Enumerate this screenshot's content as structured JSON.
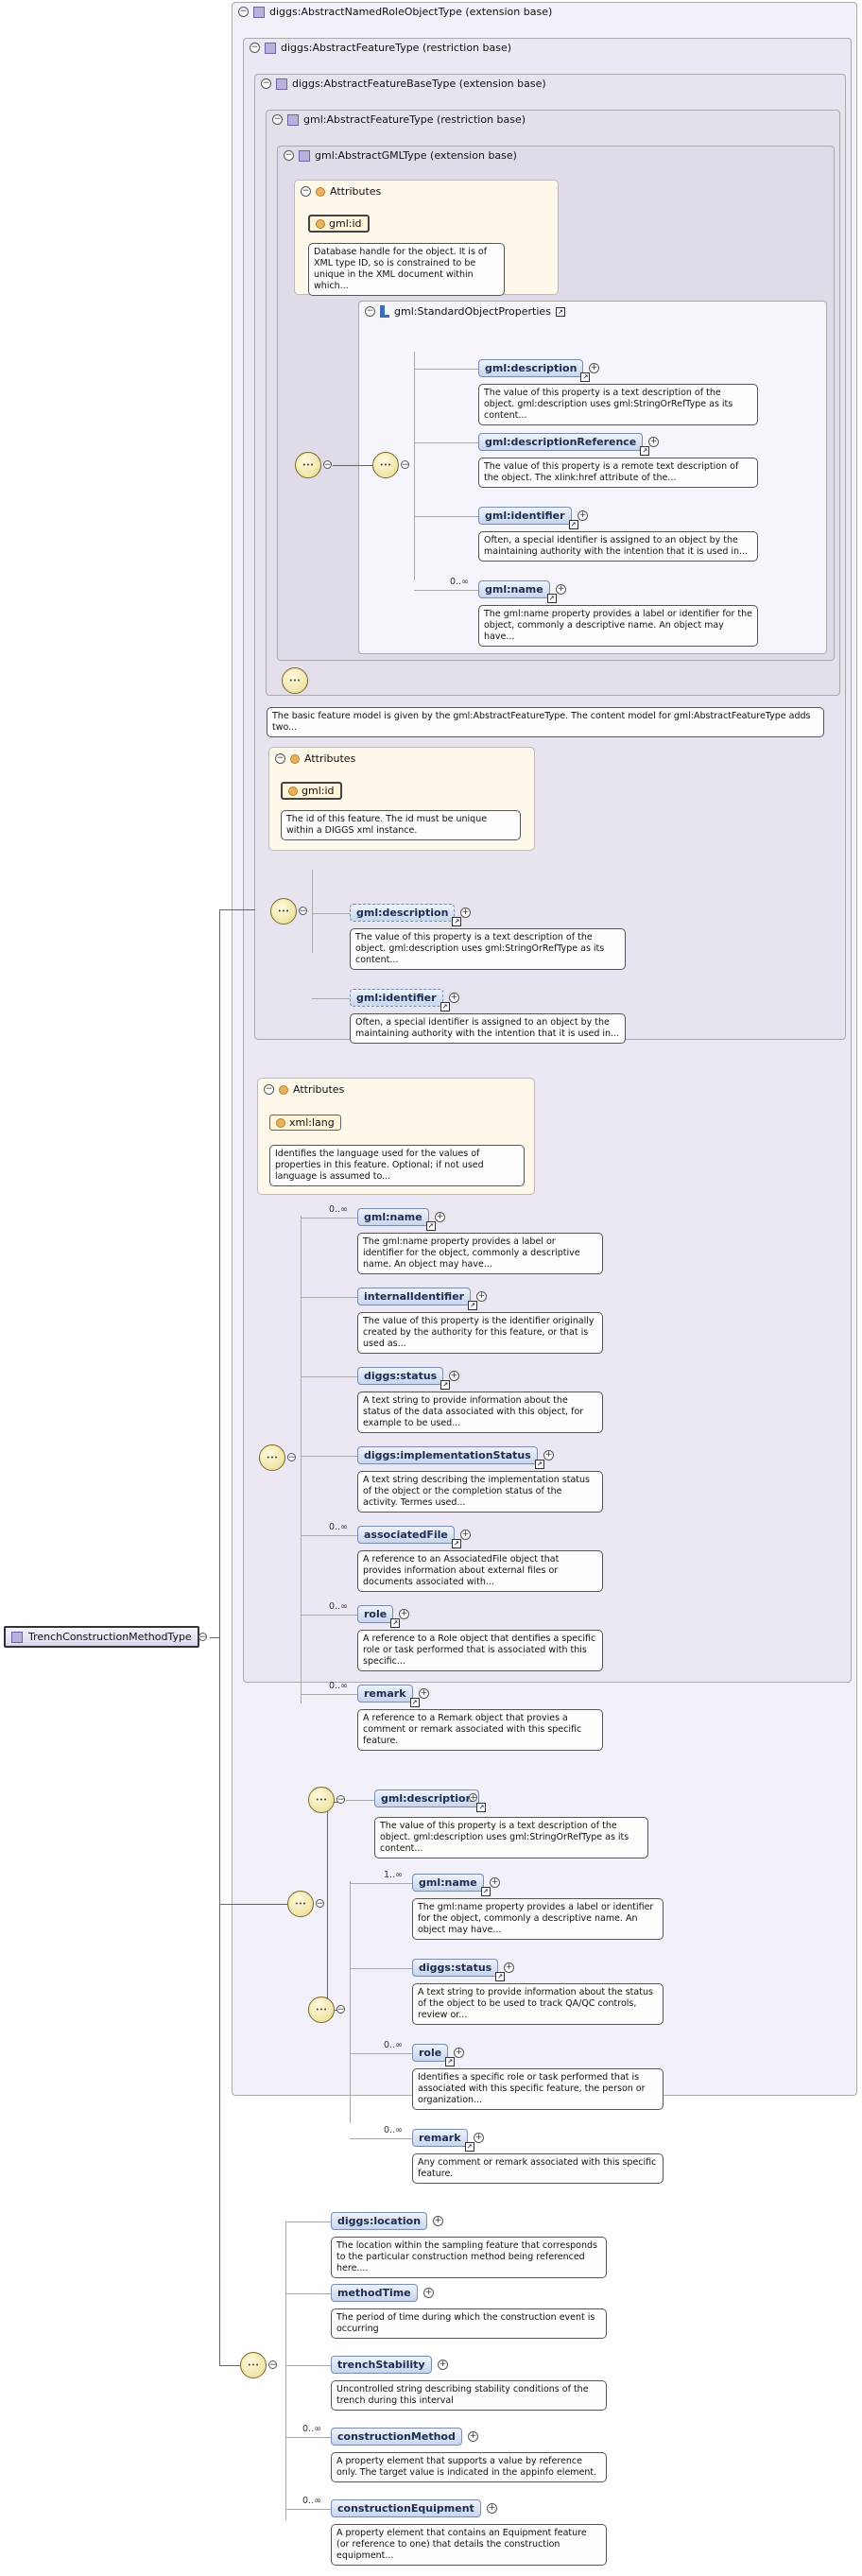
{
  "root": {
    "label": "TrenchConstructionMethodType"
  },
  "frames": {
    "f0": "diggs:AbstractNamedRoleObjectType (extension base)",
    "f1": "diggs:AbstractFeatureType (restriction base)",
    "f2": "diggs:AbstractFeatureBaseType (extension base)",
    "f3": "gml:AbstractFeatureType (restriction base)",
    "f4": "gml:AbstractGMLType (extension base)",
    "std": "gml:StandardObjectProperties"
  },
  "attributes_label": "Attributes",
  "gml_attr": {
    "name": "gml:id",
    "desc": "Database handle for the object. It is of XML type ID, so is constrained to be unique in the XML document within which..."
  },
  "std_items": [
    {
      "name": "gml:description",
      "desc": "The value of this property is a text description of the object. gml:description uses gml:StringOrRefType as its content...",
      "card": ""
    },
    {
      "name": "gml:descriptionReference",
      "desc": "The value of this property is a remote text description of the object. The xlink:href attribute of the...",
      "card": ""
    },
    {
      "name": "gml:identifier",
      "desc": "Often, a special identifier is assigned to an object by the maintaining authority with the intention that it is used in...",
      "card": ""
    },
    {
      "name": "gml:name",
      "desc": "The gml:name property provides a label or identifier for the object, commonly a descriptive name. An object may have...",
      "card": "0..∞"
    }
  ],
  "feature_desc": "The basic feature model is given by the gml:AbstractFeatureType. The content model for gml:AbstractFeatureType adds two...",
  "diggs_attr": {
    "name": "gml:id",
    "desc": "The id of this feature. The id must be unique within a DIGGS xml instance."
  },
  "fb_items": [
    {
      "name": "gml:description",
      "desc": "The value of this property is a text description of the object. gml:description uses gml:StringOrRefType as its content..."
    },
    {
      "name": "gml:identifier",
      "desc": "Often, a special identifier is assigned to an object by the maintaining authority with the intention that it is used in..."
    }
  ],
  "lang_attr": {
    "name": "xml:lang",
    "desc": "Identifies the language used for the values of properties in this feature. Optional; if not used language is assumed to..."
  },
  "af_items": [
    {
      "name": "gml:name",
      "desc": "The gml:name property provides a label or identifier for the object, commonly a descriptive name. An object may have...",
      "card": "0..∞"
    },
    {
      "name": "internalIdentifier",
      "desc": "The value of this property is the identifier originally created by the authority for this feature, or that is used as...",
      "card": ""
    },
    {
      "name": "diggs:status",
      "desc": "A text string to provide information about the status of the data associated with this object, for example to be used...",
      "card": ""
    },
    {
      "name": "diggs:implementationStatus",
      "desc": "A text string describing the implementation status of the object or the completion status of the activity. Termes used...",
      "card": ""
    },
    {
      "name": "associatedFile",
      "desc": "A reference to an AssociatedFile object that provides information about external files or documents associated with...",
      "card": "0..∞"
    },
    {
      "name": "role",
      "desc": "A reference to a Role object that dentifies a specific role or task performed that is associated with this specific...",
      "card": "0..∞"
    },
    {
      "name": "remark",
      "desc": "A reference to a Remark object that provies a comment or remark associated with this specific feature.",
      "card": "0..∞"
    }
  ],
  "nr_desc_item": {
    "name": "gml:description",
    "desc": "The value of this property is a text description of the object. gml:description uses gml:StringOrRefType as its content..."
  },
  "nr_items": [
    {
      "name": "gml:name",
      "desc": "The gml:name property provides a label or identifier for the object, commonly a descriptive name. An object may have...",
      "card": "1..∞"
    },
    {
      "name": "diggs:status",
      "desc": "A text string to provide information about the status of the object to be used to track QA/QC controls, review or...",
      "card": ""
    },
    {
      "name": "role",
      "desc": "Identifies a specific role or task performed that is associated with this specific feature, the person or organization...",
      "card": "0..∞"
    },
    {
      "name": "remark",
      "desc": "Any comment or remark associated with this specific feature.",
      "card": "0..∞"
    }
  ],
  "trench_items": [
    {
      "name": "diggs:location",
      "desc": "The location within the sampling feature that corresponds to the particular construction method being referenced here....",
      "card": ""
    },
    {
      "name": "methodTime",
      "desc": "The period of time during which the construction event is occurring",
      "card": ""
    },
    {
      "name": "trenchStability",
      "desc": "Uncontrolled string describing stability conditions of the trench during this interval",
      "card": ""
    },
    {
      "name": "constructionMethod",
      "desc": "A property element that supports a value by reference only. The target value is indicated in the appinfo element.",
      "card": "0..∞"
    },
    {
      "name": "constructionEquipment",
      "desc": "A property element that contains an Equipment feature (or reference to one) that details the construction equipment...",
      "card": "0..∞"
    }
  ]
}
